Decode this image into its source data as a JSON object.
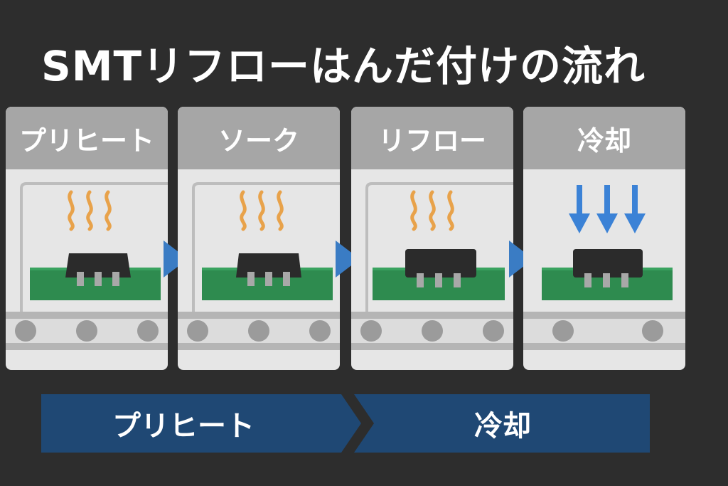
{
  "title": "SMTリフローはんだ付けの流れ",
  "stages": [
    {
      "label": "プリヒート",
      "icon": "heat-waves-icon",
      "color": "#e8a24a"
    },
    {
      "label": "ソーク",
      "icon": "heat-waves-icon",
      "color": "#e8a24a"
    },
    {
      "label": "リフロー",
      "icon": "heat-waves-icon",
      "color": "#e8a24a"
    },
    {
      "label": "冷却",
      "icon": "cooling-arrows-icon",
      "color": "#3b82d6"
    }
  ],
  "bottom_bar": {
    "left_label": "プリヒート",
    "right_label": "冷却",
    "color": "#1f4874"
  },
  "colors": {
    "background": "#2d2d2d",
    "stage_header": "#a6a6a6",
    "pcb": "#2e8b4f",
    "chip": "#2b2b2b",
    "step_arrow": "#3a7cc4"
  }
}
